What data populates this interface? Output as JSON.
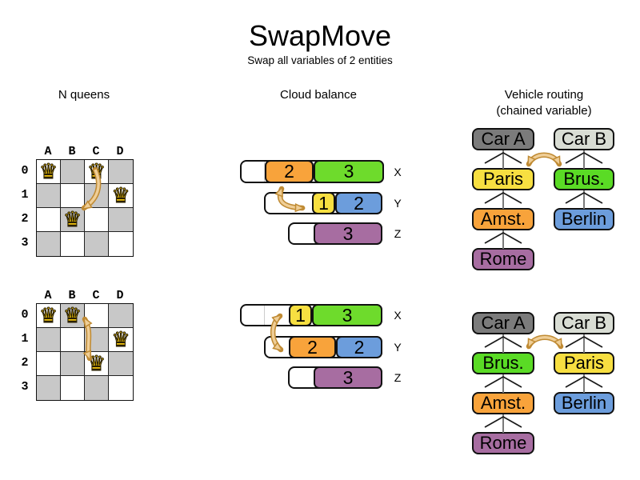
{
  "title": "SwapMove",
  "subtitle": "Swap all variables of 2 entities",
  "icons": {
    "queen": "♛"
  },
  "colors": {
    "orange": "#F8A33B",
    "green": "#6EDB2C",
    "bright_green": "#5ADB25",
    "yellow": "#F7DF41",
    "blue": "#6C9DDC",
    "purple": "#A76DA1",
    "car_a_gray": "#7B7B7B",
    "car_b_gray": "#D9DDD4",
    "board_gray": "#C8C8C8",
    "arrow_tan": "#EFCE97",
    "arrow_tan_dark": "#C08B34",
    "queen_gold": "#F2C40E"
  },
  "nqueens": {
    "header": "N queens",
    "col_labels": [
      "A",
      "B",
      "C",
      "D"
    ],
    "row_labels": [
      "0",
      "1",
      "2",
      "3"
    ],
    "before": {
      "queens": [
        "A0",
        "C0",
        "D1",
        "B2"
      ]
    },
    "after": {
      "queens": [
        "A0",
        "B0",
        "D1",
        "C2"
      ]
    }
  },
  "cloud": {
    "header": "Cloud balance",
    "before": {
      "rows": [
        {
          "label": "X",
          "segments": [
            {
              "value": "2",
              "color": "orange"
            },
            {
              "value": "3",
              "color": "green"
            }
          ]
        },
        {
          "label": "Y",
          "segments": [
            {
              "value": "1",
              "color": "yellow"
            },
            {
              "value": "2",
              "color": "blue"
            }
          ]
        },
        {
          "label": "Z",
          "segments": [
            {
              "value": "3",
              "color": "purple"
            }
          ]
        }
      ]
    },
    "after": {
      "rows": [
        {
          "label": "X",
          "segments": [
            {
              "value": "1",
              "color": "yellow"
            },
            {
              "value": "3",
              "color": "green"
            }
          ]
        },
        {
          "label": "Y",
          "segments": [
            {
              "value": "2",
              "color": "orange"
            },
            {
              "value": "2",
              "color": "blue"
            }
          ]
        },
        {
          "label": "Z",
          "segments": [
            {
              "value": "3",
              "color": "purple"
            }
          ]
        }
      ]
    }
  },
  "vehicle": {
    "header": "Vehicle routing",
    "subheader": "(chained variable)",
    "before": {
      "chains": [
        {
          "vehicle": "Car A",
          "stops": [
            "Paris",
            "Amst.",
            "Rome"
          ]
        },
        {
          "vehicle": "Car B",
          "stops": [
            "Brus.",
            "Berlin"
          ]
        }
      ]
    },
    "after": {
      "chains": [
        {
          "vehicle": "Car A",
          "stops": [
            "Brus.",
            "Amst.",
            "Rome"
          ]
        },
        {
          "vehicle": "Car B",
          "stops": [
            "Paris",
            "Berlin"
          ]
        }
      ]
    }
  }
}
